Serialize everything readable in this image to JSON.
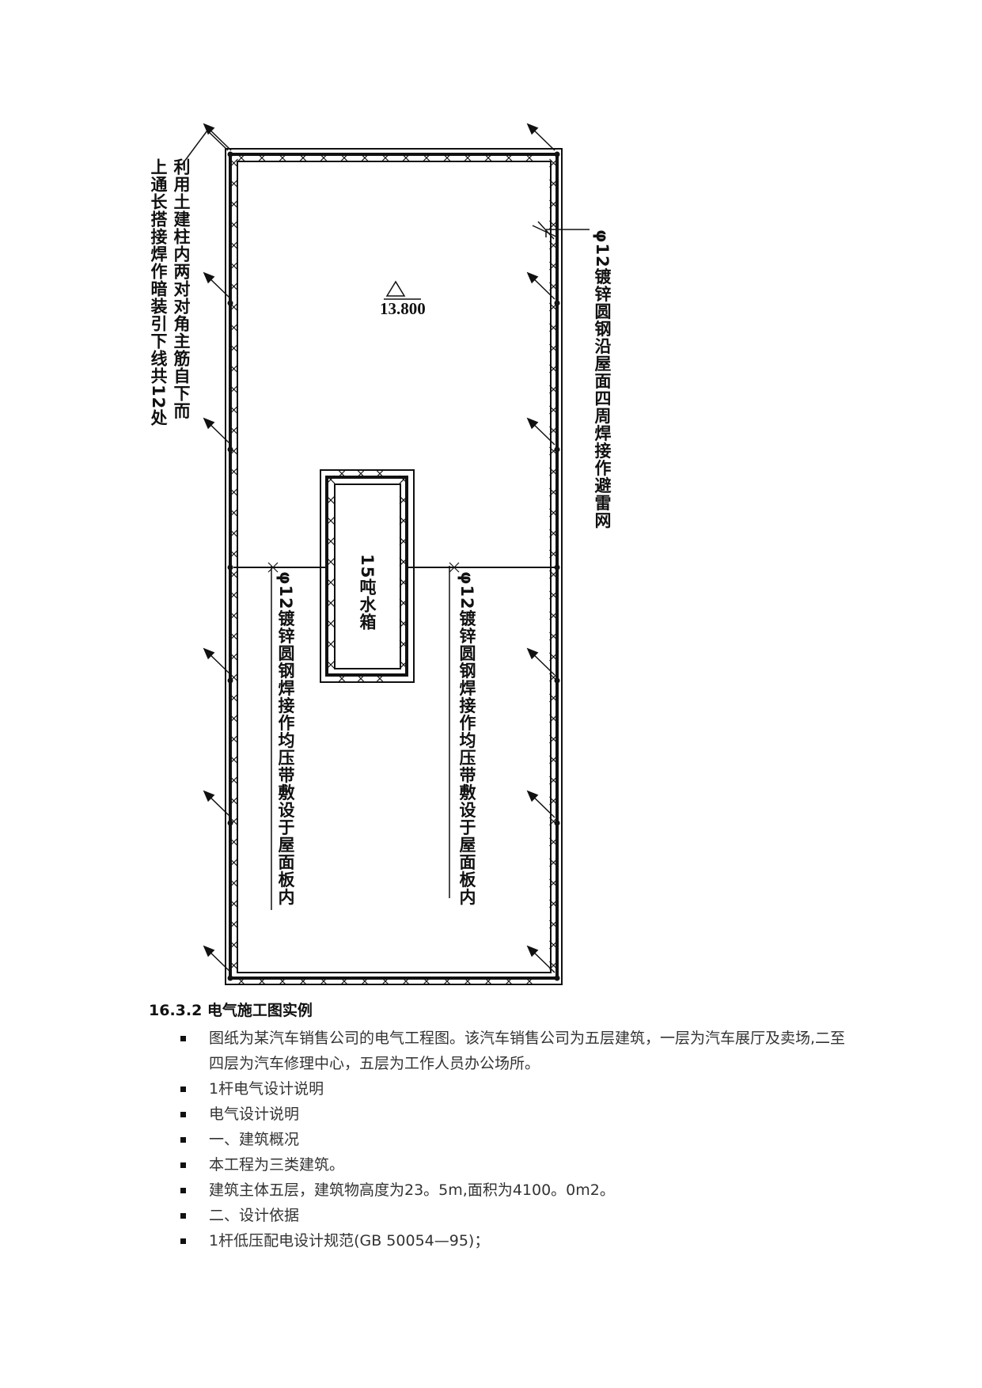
{
  "drawing": {
    "left_label_line1": "利用土建柱内两对对角主筋自下而",
    "left_label_line2": "上通长搭接焊作暗装引下线共12处",
    "right_label": "φ12镀锌圆钢沿屋面四周焊接作避雷网",
    "elevation": "13.800",
    "tank_label": "15吨水箱",
    "mid_left_label": "φ12镀锌圆钢焊接作均压带敷设于屋面板内",
    "mid_right_label": "φ12镀锌圆钢焊接作均压带敷设于屋面板内"
  },
  "section": {
    "title": "16.3.2  电气施工图实例",
    "items": [
      "图纸为某汽车销售公司的电气工程图。该汽车销售公司为五层建筑，一层为汽车展厅及卖场,二至四层为汽车修理中心，五层为工作人员办公场所。",
      "1杆电气设计说明",
      "电气设计说明",
      "一、建筑概况",
      "本工程为三类建筑。",
      "建筑主体五层，建筑物高度为23。5m,面积为4100。0m2。",
      "二、设计依据",
      "1杆低压配电设计规范(GB 50054—95)；"
    ]
  }
}
